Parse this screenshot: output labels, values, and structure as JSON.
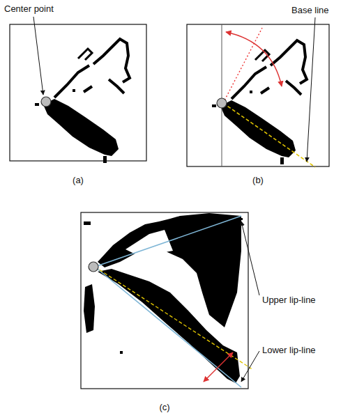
{
  "diagram": {
    "labels": [
      "Center point",
      "Base line",
      "(a)",
      "(b)",
      "Upper lip-line",
      "Lower lip-line",
      "(c)"
    ]
  }
}
